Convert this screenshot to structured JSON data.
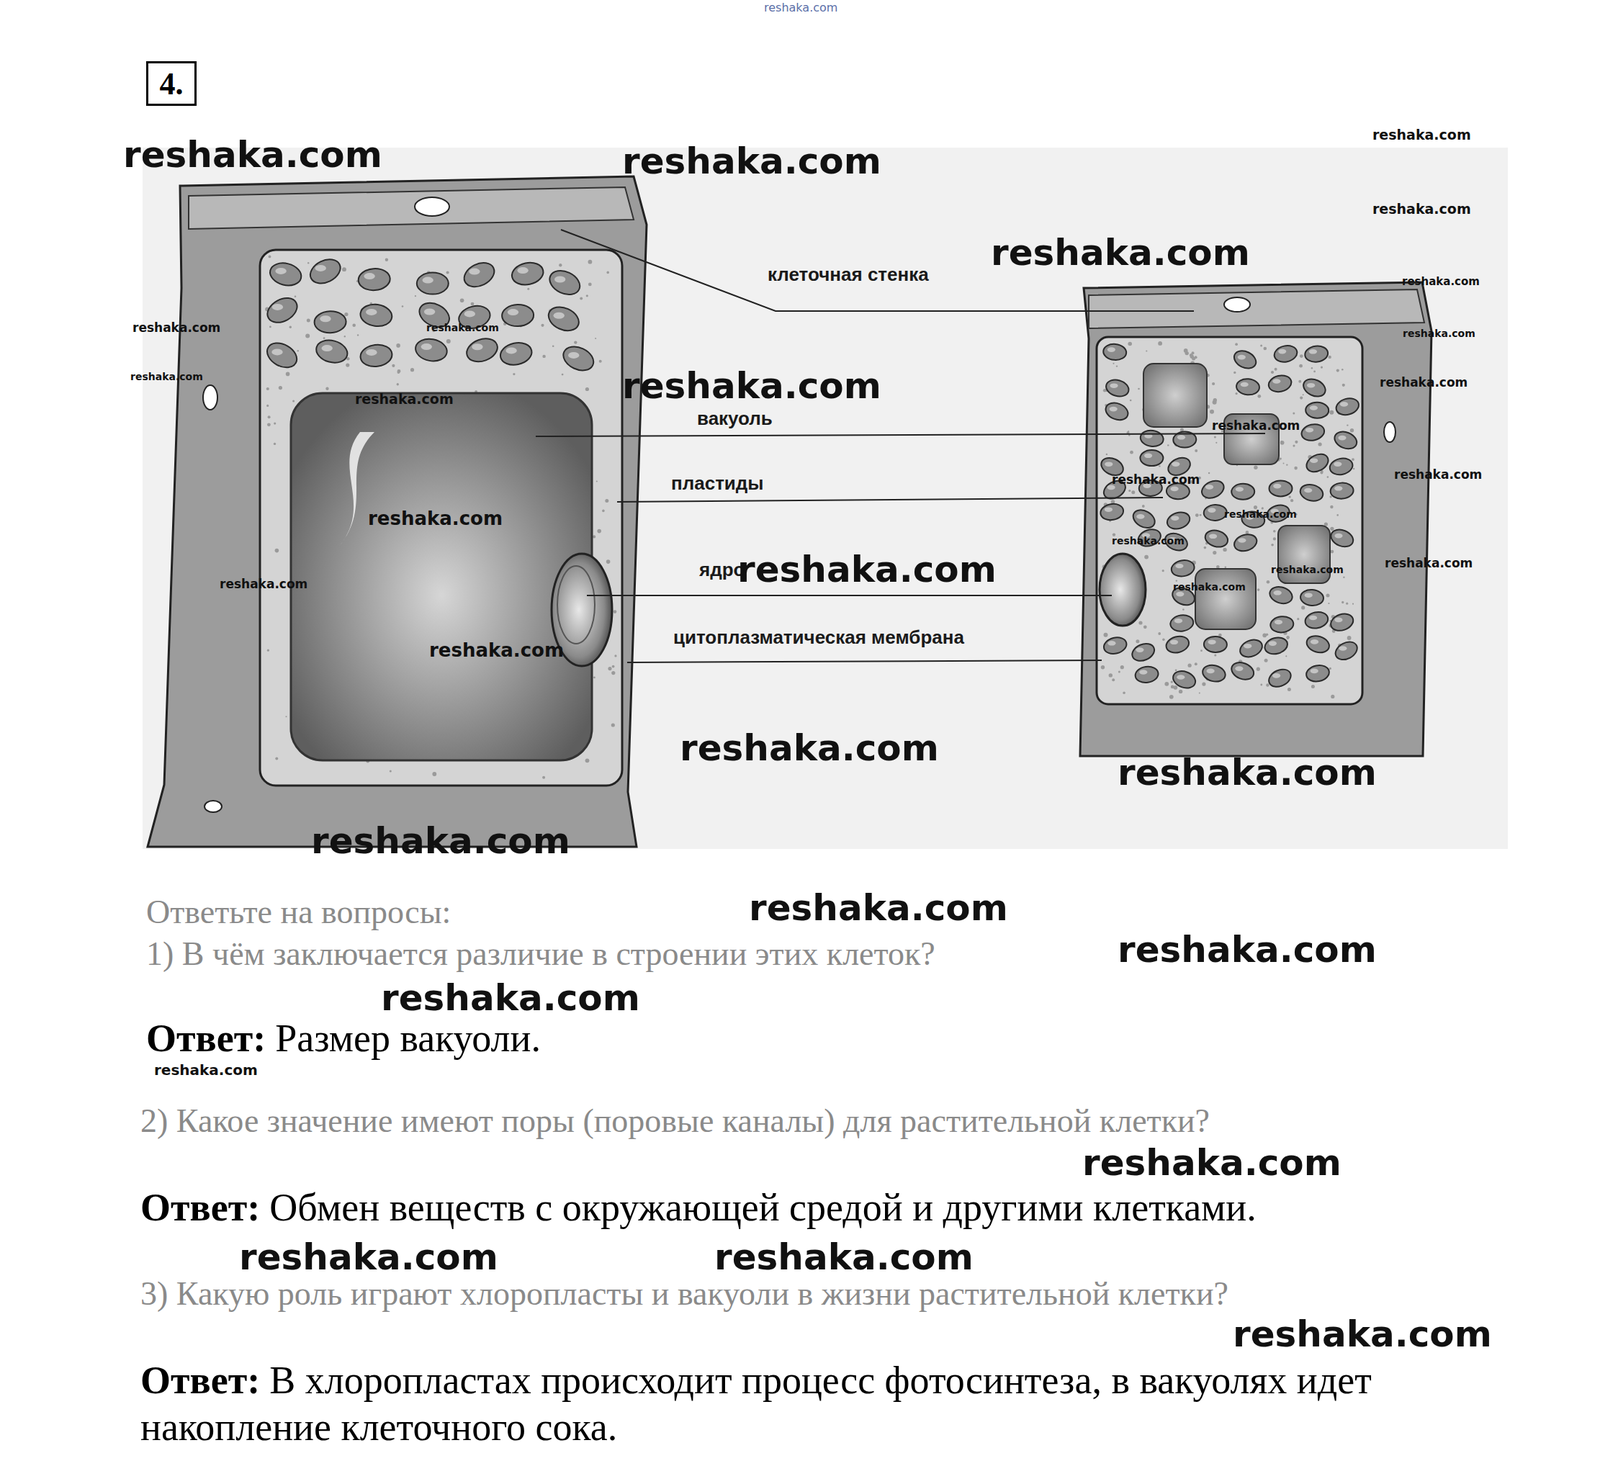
{
  "diagram": {
    "nodes": [
      {
        "text": [
          "4."
        ]
      }
    ],
    "labels": [
      "клеточная стенка",
      "вакуоль",
      "пластиды",
      "ядро",
      "цитоплазматическая мембрана",
      "Ответьте на вопросы:",
      "1) В чём заключается различие в строении этих клеток?",
      "Ответ:",
      "Размер вакуоли.",
      "2) Какое значение имеют поры (поровые каналы) для растительной клетки?",
      "Ответ:",
      "Обмен веществ с окружающей средой и другими клетками.",
      "3) Какую роль играют хлоропласты и вакуоли в жизни растительной клетки?",
      "Ответ:",
      "В хлоропластах происходит процесс фотосинтеза, в вакуолях идет накопление клеточного сока.",
      "reshaka.com",
      "reshaka.com",
      "reshaka.com",
      "reshaka.com",
      "reshaka.com",
      "reshaka.com",
      "reshaka.com",
      "reshaka.com",
      "reshaka.com",
      "reshaka.com",
      "reshaka.com",
      "reshaka.com",
      "reshaka.com",
      "reshaka.com",
      "reshaka.com",
      "reshaka.com",
      "reshaka.com",
      "reshaka.com",
      "reshaka.com",
      "reshaka.com",
      "reshaka.com",
      "reshaka.com",
      "reshaka.com",
      "reshaka.com",
      "reshaka.com",
      "reshaka.com",
      "reshaka.com",
      "reshaka.com",
      "reshaka.com",
      "reshaka.com",
      "reshaka.com",
      "reshaka.com",
      "reshaka.com",
      "reshaka.com",
      "reshaka.com",
      "reshaka.com",
      "reshaka.com"
    ]
  }
}
